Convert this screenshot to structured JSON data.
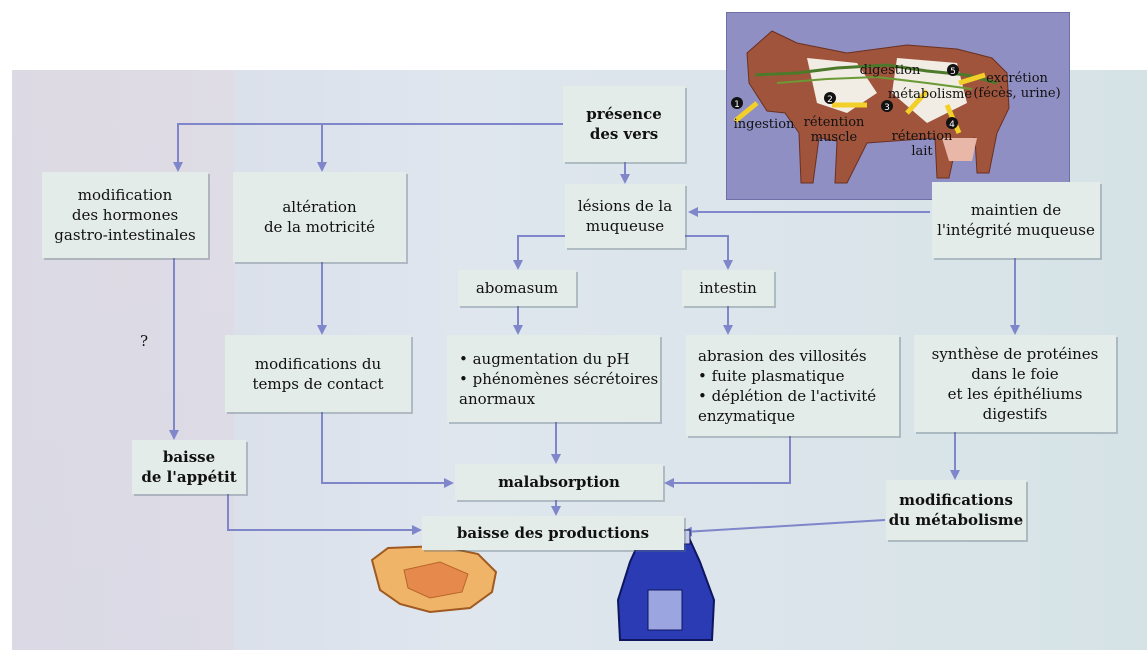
{
  "diagram": {
    "nodes": {
      "presence": "présence\ndes vers",
      "hormones": "modification\ndes hormones\ngastro-intestinales",
      "motricite": "altération\nde la motricité",
      "lesions": "lésions de la\nmuqueuse",
      "maintien": "maintien de\nl'intégrité muqueuse",
      "abomasum": "abomasum",
      "intestin": "intestin",
      "temps": "modifications du\ntemps de contact",
      "ph": "• augmentation du pH\n• phénomènes sécrétoires\nanormaux",
      "villosites": "abrasion des villosités\n• fuite plasmatique\n• déplétion de l'activité\nenzymatique",
      "synthese": "synthèse de protéines\ndans le foie\net les épithéliums\ndigestifs",
      "appetit": "baisse\nde l'appétit",
      "malabsorption": "malabsorption",
      "metabolisme_mod": "modifications\ndu métabolisme",
      "productions": "baisse des productions"
    },
    "question_mark": "?",
    "cow_labels": {
      "ingestion": "ingestion",
      "retention_muscle": "rétention\nmuscle",
      "digestion": "digestion",
      "metabolisme": "métabolisme",
      "excretion": "excrétion\n(fécès, urine)",
      "retention_lait": "rétention\nlait",
      "num1": "1",
      "num2": "2",
      "num3": "3",
      "num4": "4",
      "num5": "5"
    },
    "colors": {
      "arrow": "#7f86c9",
      "box": "#e3ece9",
      "cow_panel": "#8f8fc4"
    }
  }
}
